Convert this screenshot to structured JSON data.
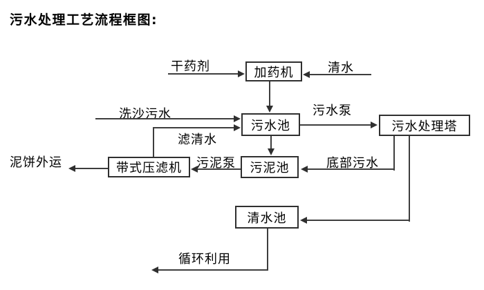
{
  "title": "污水处理工艺流程框图:",
  "nodes": {
    "dosing_machine": "加药机",
    "sewage_pool": "污水池",
    "sludge_pool": "污泥池",
    "belt_filter_press": "带式压滤机",
    "sewage_treatment_tower": "污水处理塔",
    "clean_water_pool": "清水池"
  },
  "flow_labels": {
    "dry_chemical": "干药剂",
    "clean_water": "清水",
    "sand_washing_sewage": "洗沙污水",
    "filtered_water": "滤清水",
    "sewage_pump": "污水泵",
    "sludge_pump": "污泥泵",
    "mud_cake_outbound": "泥饼外运",
    "bottom_sewage": "底部污水",
    "recycling_use": "循环利用"
  },
  "colors": {
    "line": "#3d3d3d",
    "box_border": "#2f2f2f",
    "text": "#000000",
    "background": "#ffffff"
  }
}
